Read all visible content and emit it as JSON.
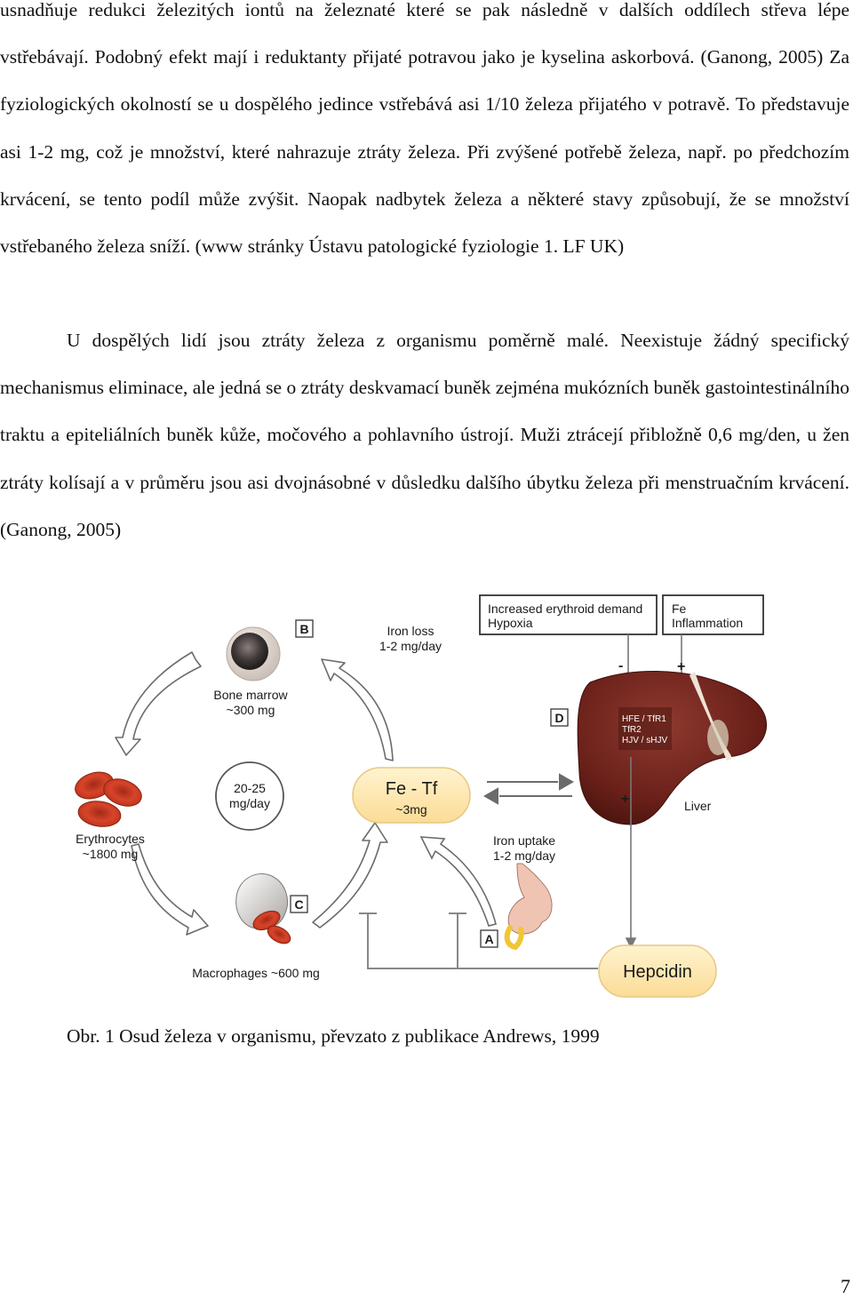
{
  "paragraphs": [
    "usnadňuje redukci železitých iontů na železnaté které se pak následně v dalších oddílech střeva lépe vstřebávají. Podobný efekt mají i reduktanty přijaté potravou jako je kyselina askorbová. (Ganong, 2005) Za fyziologických okolností se u dospělého jedince vstřebává asi 1/10 železa přijatého v potravě. To představuje asi 1-2 mg, což je množství, které nahrazuje ztráty železa. Při zvýšené potřebě železa, např. po předchozím krvácení, se tento podíl může zvýšit. Naopak nadbytek železa a některé stavy způsobují, že se množství vstřebaného železa sníží. (www stránky Ústavu patologické fyziologie 1. LF UK)",
    "U dospělých lidí jsou ztráty železa z organismu poměrně malé. Neexistuje žádný specifický mechanismus eliminace, ale jedná se o ztráty deskvamací buněk zejména mukózních buněk gastointestinálního traktu a epiteliálních buněk kůže, močového a pohlavního ústrojí. Muži ztrácejí přibložně 0,6 mg/den, u žen ztráty kolísají a v průměru jsou asi dvojnásobné v důsledku dalšího úbytku železa při menstruačním krvácení. (Ganong, 2005)"
  ],
  "figure": {
    "bone_marrow": {
      "name": "Bone marrow",
      "amount": "~300 mg",
      "tag": "B"
    },
    "iron_loss": {
      "name": "Iron loss",
      "amount": "1-2 mg/day"
    },
    "signals_left": {
      "line1": "Increased erythroid demand",
      "line2": "Hypoxia"
    },
    "signals_right": {
      "line1": "Fe",
      "line2": "Inflammation"
    },
    "minus": "-",
    "plus": "+",
    "plus_lower": "+",
    "liver_genes": [
      "HFE / TfR1",
      "TfR2",
      "HJV / sHJV"
    ],
    "liver": {
      "name": "Liver",
      "tag": "D"
    },
    "erythrocytes": {
      "name": "Erythrocytes",
      "amount": "~1800 mg"
    },
    "flow": {
      "line1": "20-25",
      "line2": "mg/day"
    },
    "fe_tf": {
      "name": "Fe - Tf",
      "amount": "~3mg"
    },
    "iron_uptake": {
      "name": "Iron uptake",
      "amount": "1-2 mg/day",
      "tag": "A"
    },
    "macrophages": {
      "name": "Macrophages ~600 mg",
      "tag": "C"
    },
    "hepcidin": "Hepcidin"
  },
  "caption": "Obr. 1 Osud železa v organismu, převzato z publikace Andrews, 1999",
  "page_number": "7"
}
